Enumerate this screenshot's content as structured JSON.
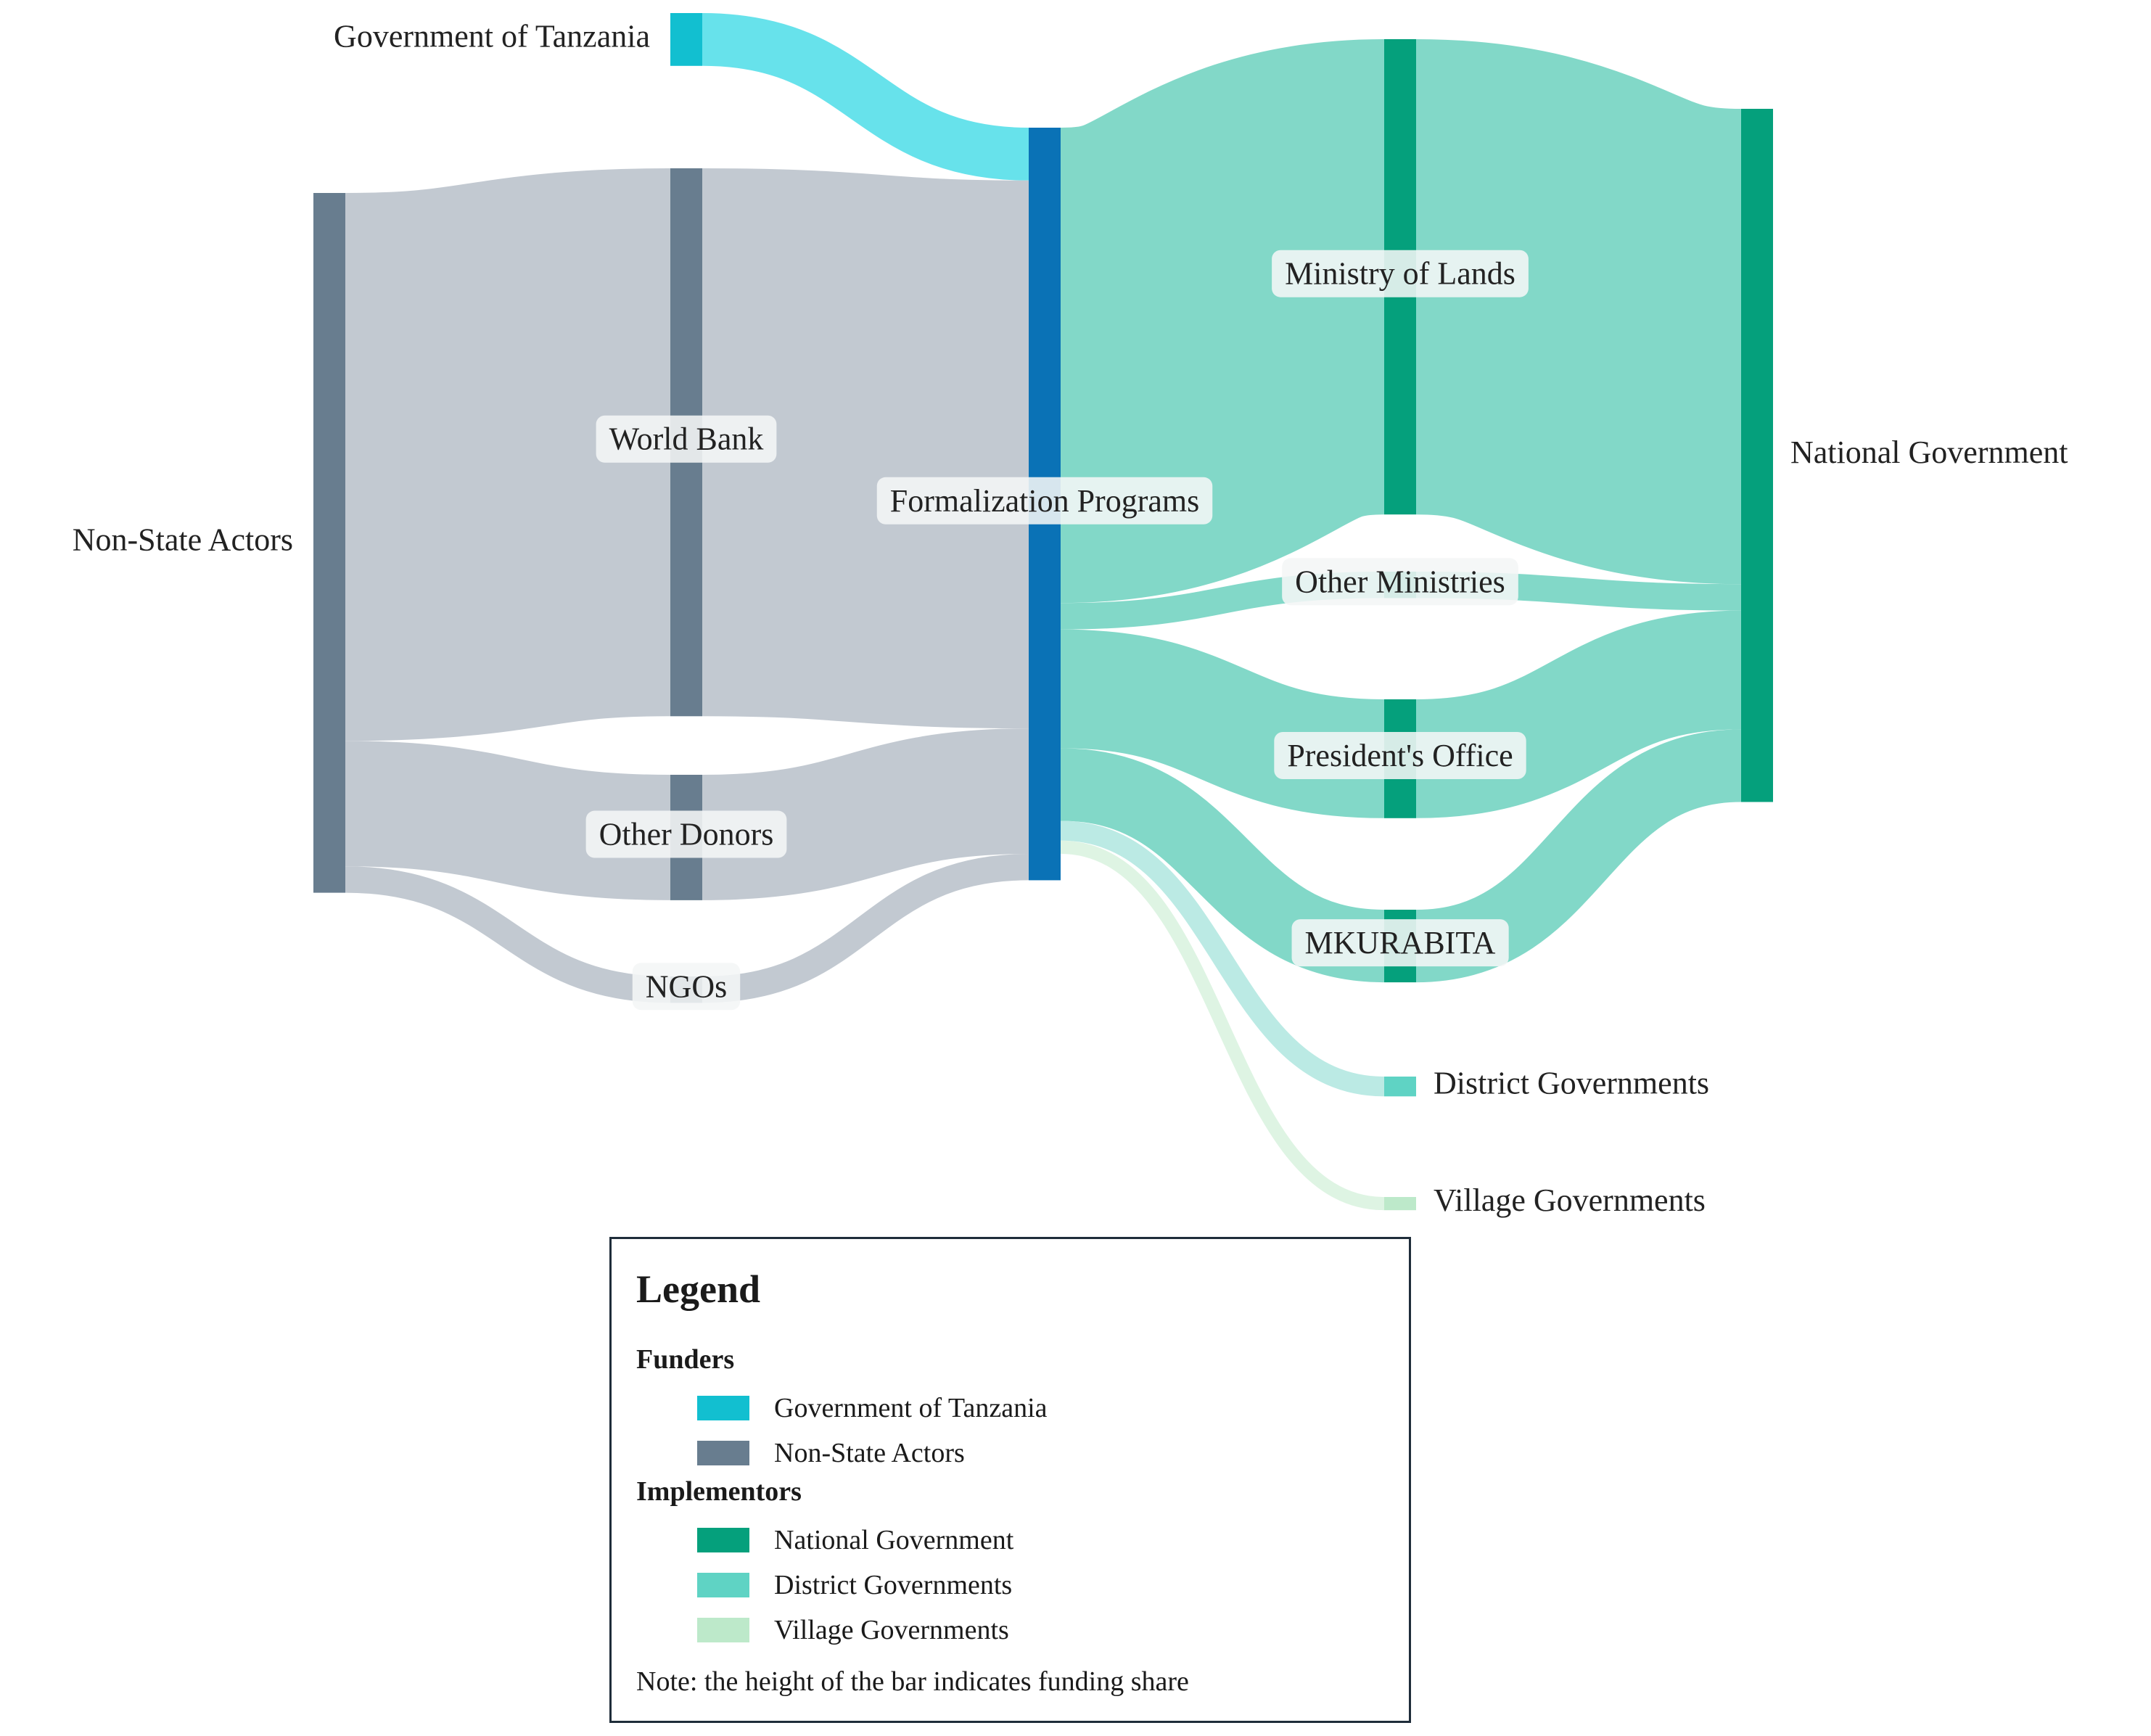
{
  "diagram": {
    "type": "sankey",
    "nodes": [
      {
        "id": "gov_tz",
        "label": "Government of Tanzania",
        "color": "#12bfd0",
        "label_side": "left",
        "label_pill": false
      },
      {
        "id": "non_state",
        "label": "Non-State Actors",
        "color": "#687d8f",
        "label_side": "left",
        "label_pill": false
      },
      {
        "id": "world_bank",
        "label": "World Bank",
        "color": "#687d8f",
        "label_side": "center",
        "label_pill": true
      },
      {
        "id": "other_donors",
        "label": "Other Donors",
        "color": "#687d8f",
        "label_side": "center",
        "label_pill": true
      },
      {
        "id": "ngos",
        "label": "NGOs",
        "color": "#687d8f",
        "label_side": "center",
        "label_pill": true
      },
      {
        "id": "formalization",
        "label": "Formalization Programs",
        "color": "#0a72b6",
        "label_side": "center",
        "label_pill": true
      },
      {
        "id": "ministry_lands",
        "label": "Ministry of Lands",
        "color": "#05a07c",
        "label_side": "center",
        "label_pill": true
      },
      {
        "id": "other_ministries",
        "label": "Other Ministries",
        "color": "#05a07c",
        "label_side": "center",
        "label_pill": true
      },
      {
        "id": "presidents_office",
        "label": "President's Office",
        "color": "#05a07c",
        "label_side": "center",
        "label_pill": true
      },
      {
        "id": "mkurabita",
        "label": "MKURABITA",
        "color": "#05a07c",
        "label_side": "center",
        "label_pill": true
      },
      {
        "id": "district_gov",
        "label": "District Governments",
        "color": "#5fd3c4",
        "label_side": "right",
        "label_pill": false
      },
      {
        "id": "village_gov",
        "label": "Village Governments",
        "color": "#bde9ca",
        "label_side": "right",
        "label_pill": false
      },
      {
        "id": "national_gov",
        "label": "National Government",
        "color": "#05a07c",
        "label_side": "right",
        "label_pill": false
      }
    ],
    "links": [
      {
        "source": "gov_tz",
        "target": "formalization",
        "value": 4,
        "color": "#5fe0ea"
      },
      {
        "source": "non_state",
        "target": "world_bank",
        "value": 41.5,
        "color": "#bfc6cf"
      },
      {
        "source": "non_state",
        "target": "other_donors",
        "value": 9.5,
        "color": "#bfc6cf"
      },
      {
        "source": "non_state",
        "target": "ngos",
        "value": 2,
        "color": "#bfc6cf"
      },
      {
        "source": "world_bank",
        "target": "formalization",
        "value": 41.5,
        "color": "#bfc6cf"
      },
      {
        "source": "other_donors",
        "target": "formalization",
        "value": 9.5,
        "color": "#bfc6cf"
      },
      {
        "source": "ngos",
        "target": "formalization",
        "value": 2,
        "color": "#bfc6cf"
      },
      {
        "source": "formalization",
        "target": "ministry_lands",
        "value": 36,
        "color": "#7bd6c5"
      },
      {
        "source": "formalization",
        "target": "other_ministries",
        "value": 2,
        "color": "#7bd6c5"
      },
      {
        "source": "formalization",
        "target": "presidents_office",
        "value": 9,
        "color": "#7bd6c5"
      },
      {
        "source": "formalization",
        "target": "mkurabita",
        "value": 5.5,
        "color": "#7bd6c5"
      },
      {
        "source": "formalization",
        "target": "district_gov",
        "value": 1.5,
        "color": "#b7e9e3"
      },
      {
        "source": "formalization",
        "target": "village_gov",
        "value": 1,
        "color": "#dcf3e1"
      },
      {
        "source": "ministry_lands",
        "target": "national_gov",
        "value": 36,
        "color": "#7bd6c5"
      },
      {
        "source": "other_ministries",
        "target": "national_gov",
        "value": 2,
        "color": "#7bd6c5"
      },
      {
        "source": "presidents_office",
        "target": "national_gov",
        "value": 9,
        "color": "#7bd6c5"
      },
      {
        "source": "mkurabita",
        "target": "national_gov",
        "value": 5.5,
        "color": "#7bd6c5"
      }
    ]
  },
  "legend": {
    "title": "Legend",
    "groups": [
      {
        "heading": "Funders",
        "items": [
          {
            "label": "Government of Tanzania",
            "color": "#12bfd0"
          },
          {
            "label": "Non-State Actors",
            "color": "#687d8f"
          }
        ]
      },
      {
        "heading": "Implementors",
        "items": [
          {
            "label": "National Government",
            "color": "#05a07c"
          },
          {
            "label": "District Governments",
            "color": "#5fd3c4"
          },
          {
            "label": "Village Governments",
            "color": "#bde9ca"
          }
        ]
      }
    ],
    "note": "Note: the height of the bar indicates funding share"
  }
}
